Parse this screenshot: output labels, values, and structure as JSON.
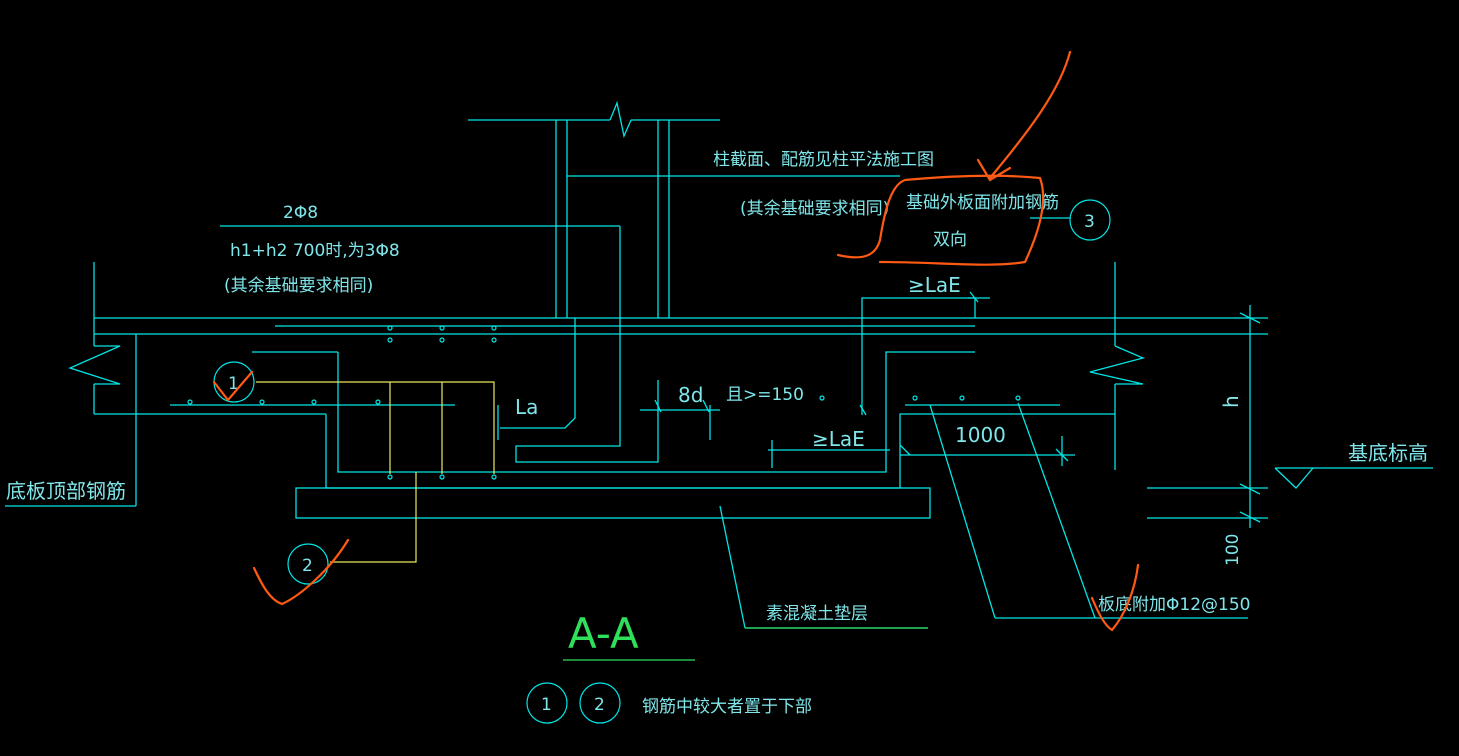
{
  "colors": {
    "background": "#000000",
    "line": "#00e5e5",
    "text": "#7fe6ea",
    "yellow_bar": "#e8e860",
    "title_green": "#2ee05a",
    "markup_orange": "#ff5a14"
  },
  "labels": {
    "column_note": "柱截面、配筋见柱平法施工图",
    "column_note_sub": "(其余基础要求相同)",
    "bar_2phi8": "2Φ8",
    "bar_h1h2": "h1+h2  700时,为3Φ8",
    "bar_note_sub": "(其余基础要求相同)",
    "outer_plate_bars": "基础外板面附加钢筋",
    "two_way": "双向",
    "lae_top": "≥LaE",
    "lae_bottom": "≥LaE",
    "la": "La",
    "eight_d": "8d",
    "ge150": "且>=150",
    "dim_1000": "1000",
    "dim_h": "h",
    "dim_100": "100",
    "base_elev": "基底标高",
    "slab_top_bars": "底板顶部钢筋",
    "plain_concrete": "素混凝土垫层",
    "plate_bottom_bars": "板底附加Φ12@150",
    "section": "A-A",
    "circle_1": "1",
    "circle_2": "2",
    "circle_3": "3",
    "legend_c1": "1",
    "legend_c2": "2",
    "legend_note": "钢筋中较大者置于下部"
  }
}
